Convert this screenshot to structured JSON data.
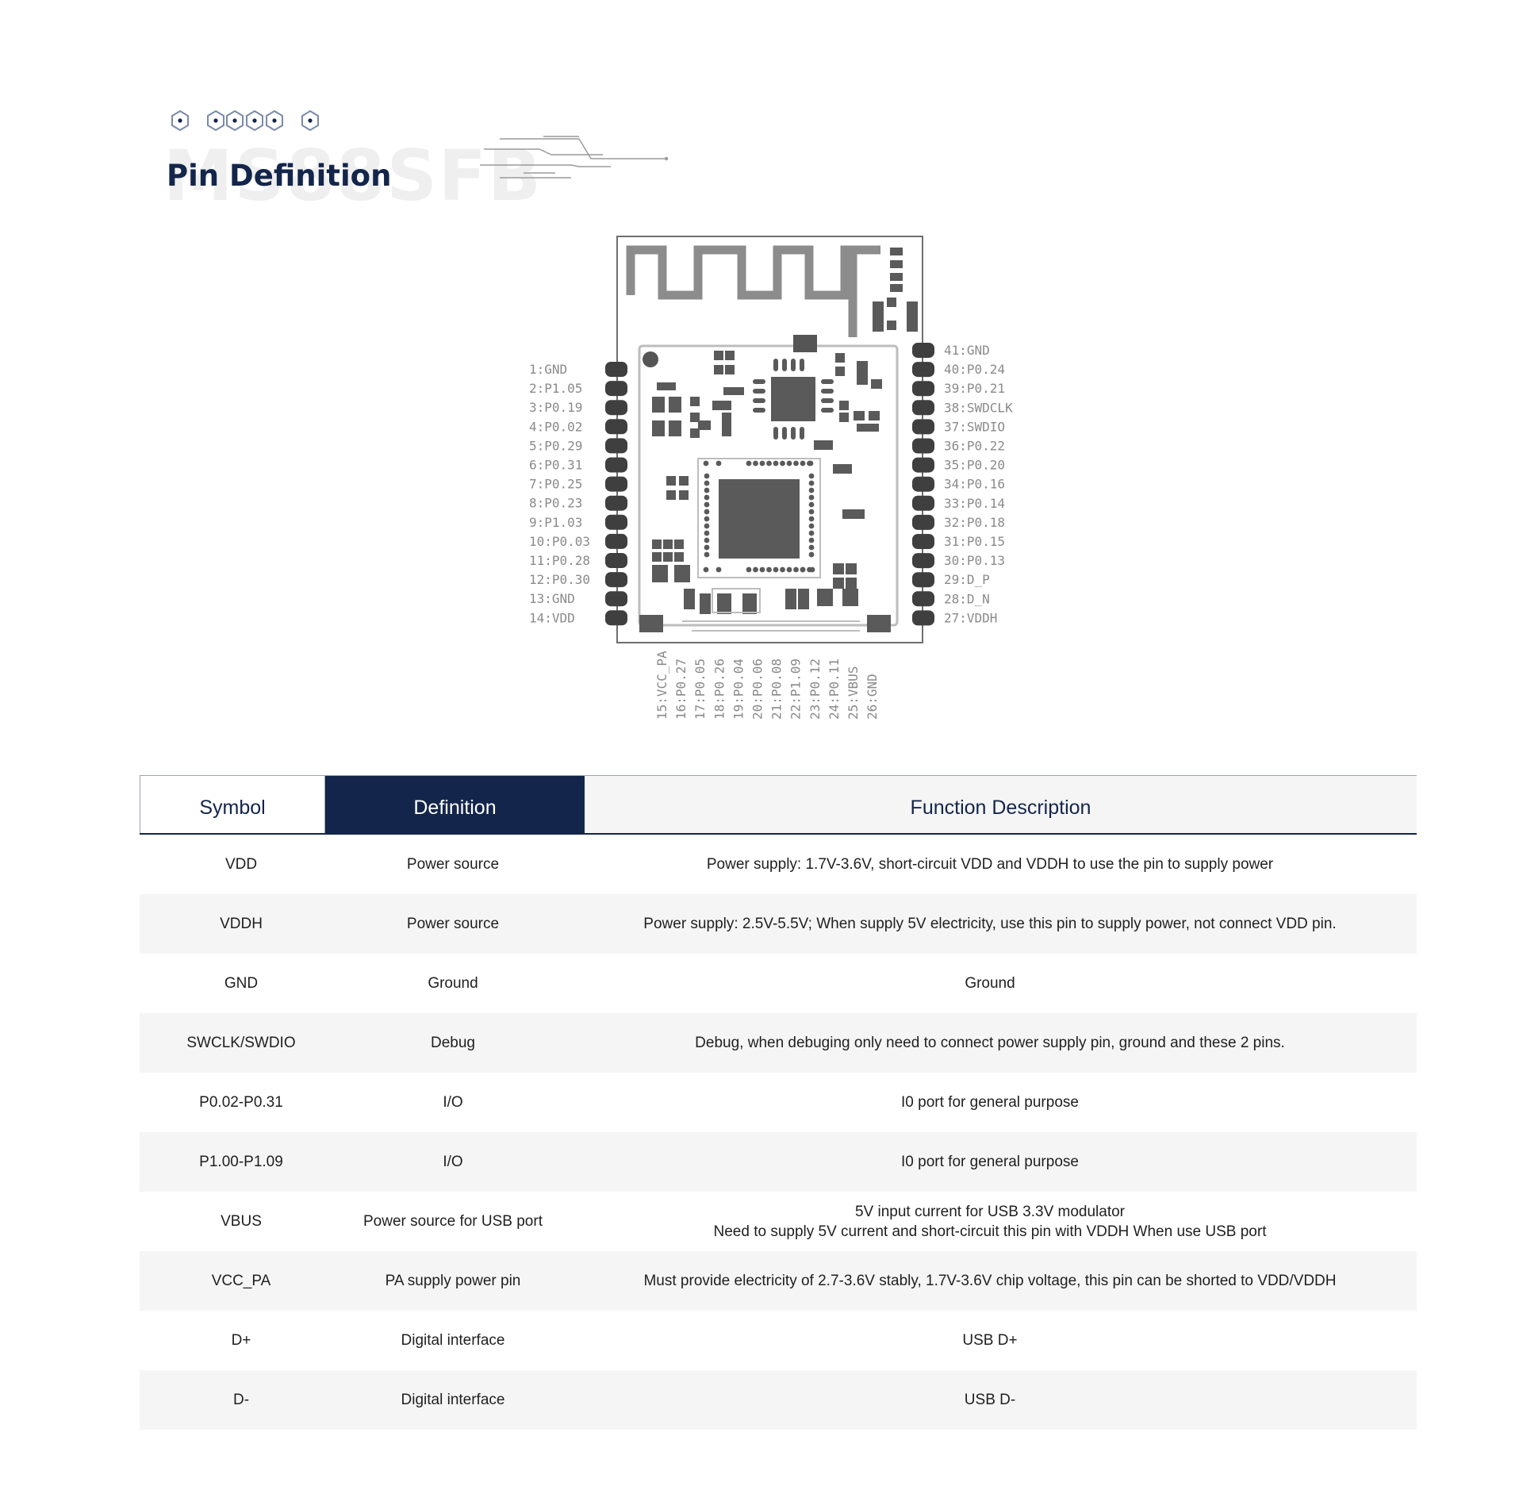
{
  "header": {
    "watermark": "MS88SFB",
    "title": "Pin Definition"
  },
  "pins": {
    "left": [
      "1:GND",
      "2:P1.05",
      "3:P0.19",
      "4:P0.02",
      "5:P0.29",
      "6:P0.31",
      "7:P0.25",
      "8:P0.23",
      "9:P1.03",
      "10:P0.03",
      "11:P0.28",
      "12:P0.30",
      "13:GND",
      "14:VDD"
    ],
    "right": [
      "41:GND",
      "40:P0.24",
      "39:P0.21",
      "38:SWDCLK",
      "37:SWDIO",
      "36:P0.22",
      "35:P0.20",
      "34:P0.16",
      "33:P0.14",
      "32:P0.18",
      "31:P0.15",
      "30:P0.13",
      "29:D_P",
      "28:D_N",
      "27:VDDH"
    ],
    "bottom": [
      "15:VCC_PA",
      "16:P0.27",
      "17:P0.05",
      "18:P0.26",
      "19:P0.04",
      "20:P0.06",
      "21:P0.08",
      "22:P1.09",
      "23:P0.12",
      "24:P0.11",
      "25:VBUS",
      "26:GND"
    ]
  },
  "table": {
    "headers": {
      "symbol": "Symbol",
      "definition": "Definition",
      "function": "Function Description"
    },
    "rows": [
      {
        "symbol": "VDD",
        "definition": "Power source",
        "function": [
          "Power supply: 1.7V-3.6V, short-circuit VDD and VDDH to use the pin to supply power"
        ]
      },
      {
        "symbol": "VDDH",
        "definition": "Power source",
        "function": [
          "Power supply: 2.5V-5.5V; When supply 5V electricity, use this pin to supply power, not connect VDD pin."
        ]
      },
      {
        "symbol": "GND",
        "definition": "Ground",
        "function": [
          "Ground"
        ]
      },
      {
        "symbol": "SWCLK/SWDIO",
        "definition": "Debug",
        "function": [
          "Debug, when debuging only need to connect power supply pin, ground and these 2 pins."
        ]
      },
      {
        "symbol": "P0.02-P0.31",
        "definition": "I/O",
        "function": [
          "I0 port for general purpose"
        ]
      },
      {
        "symbol": "P1.00-P1.09",
        "definition": "I/O",
        "function": [
          "I0 port for general purpose"
        ]
      },
      {
        "symbol": "VBUS",
        "definition": "Power source for USB port",
        "function": [
          "5V input current for USB 3.3V modulator",
          "Need to supply 5V current and short-circuit this pin with VDDH When use USB port"
        ]
      },
      {
        "symbol": "VCC_PA",
        "definition": "PA supply power pin",
        "function": [
          "Must provide electricity of 2.7-3.6V stably, 1.7V-3.6V chip voltage, this pin can be shorted to VDD/VDDH"
        ]
      },
      {
        "symbol": "D+",
        "definition": "Digital interface",
        "function": [
          "USB D+"
        ]
      },
      {
        "symbol": "D-",
        "definition": "Digital interface",
        "function": [
          "USB D-"
        ]
      }
    ]
  }
}
